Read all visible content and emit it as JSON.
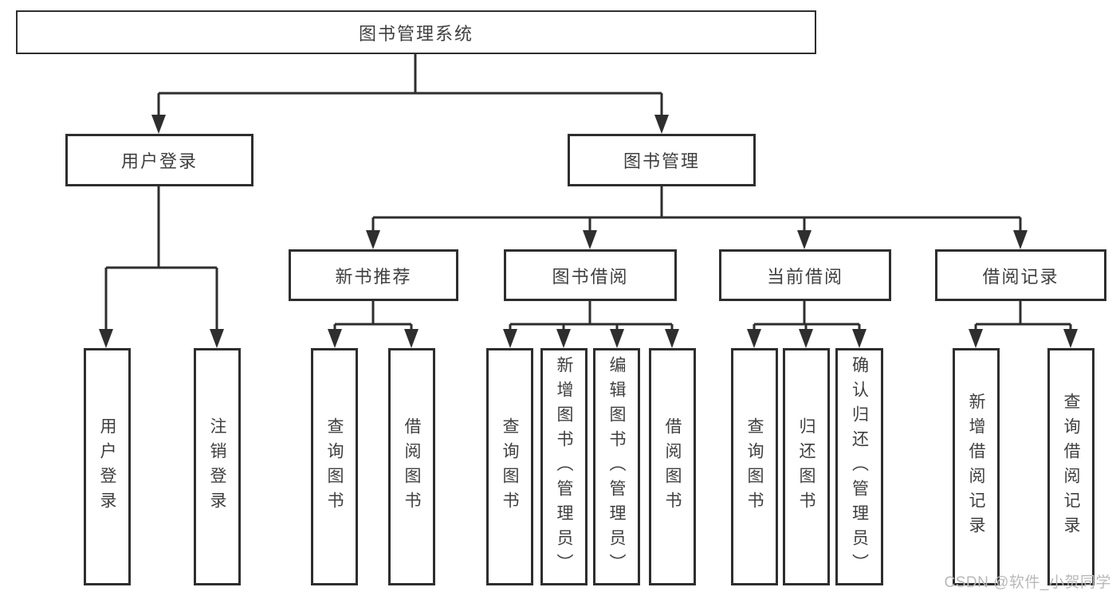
{
  "diagram": {
    "root": "图书管理系统",
    "level1": {
      "user_login": "用户登录",
      "book_mgmt": "图书管理"
    },
    "user_login_children": [
      "用户登录",
      "注销登录"
    ],
    "book_sections": [
      "新书推荐",
      "图书借阅",
      "当前借阅",
      "借阅记录"
    ],
    "new_book_leaves": [
      "查询图书",
      "借阅图书"
    ],
    "borrow_leaves": [
      "查询图书",
      "新增图书（管理员）",
      "编辑图书（管理员）",
      "借阅图书"
    ],
    "current_leaves": [
      "查询图书",
      "归还图书",
      "确认归还（管理员）"
    ],
    "record_leaves": [
      "新增借阅记录",
      "查询借阅记录"
    ]
  },
  "watermark": "CSDN @软件_小贺同学",
  "colors": {
    "line": "#2e2e2e",
    "box_border": "#2e2e2e",
    "text": "#3f3f3f",
    "watermark_text": "#b9b9bd",
    "background": "#ffffff"
  }
}
